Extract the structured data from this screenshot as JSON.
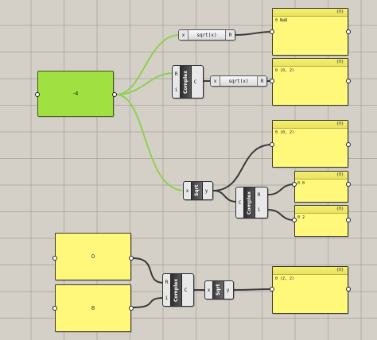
{
  "canvas": {
    "background": "#d4d0c8",
    "grid": true
  },
  "colors": {
    "number_panel": "#a0e040",
    "panel": "#fff87a",
    "wire_default": "#3a3a3a",
    "wire_selected": "#8fd050"
  },
  "number_panel": {
    "value": "-4"
  },
  "inputs": [
    {
      "value": "0"
    },
    {
      "value": "8"
    }
  ],
  "components": {
    "sqrt_top": {
      "name": "sqrt(x)",
      "input": "x",
      "output": "R"
    },
    "complex_1": {
      "name": "Complex",
      "inputs": [
        "R",
        "i"
      ],
      "output": "C"
    },
    "sqrt_mid": {
      "name": "sqrt(x)",
      "input": "x",
      "output": "R"
    },
    "sqrt_1": {
      "name": "Sqrt",
      "input": "x",
      "output": "y"
    },
    "deconstruct_1": {
      "name": "Complex",
      "input": "C",
      "outputs": [
        "R",
        "i"
      ]
    },
    "complex_2": {
      "name": "Complex",
      "inputs": [
        "R",
        "i"
      ],
      "output": "C"
    },
    "sqrt_2": {
      "name": "Sqrt",
      "input": "x",
      "output": "y"
    }
  },
  "panels": [
    {
      "path": "{0}",
      "index": "0",
      "value": "NaN"
    },
    {
      "path": "{0}",
      "index": "0",
      "value": "(0, 2)"
    },
    {
      "path": "{0}",
      "index": "0",
      "value": "(0, 2)"
    },
    {
      "path": "{0}",
      "index": "0",
      "value": "0"
    },
    {
      "path": "{0}",
      "index": "0",
      "value": "2"
    },
    {
      "path": "{0}",
      "index": "0",
      "value": "(2, 2)"
    }
  ]
}
